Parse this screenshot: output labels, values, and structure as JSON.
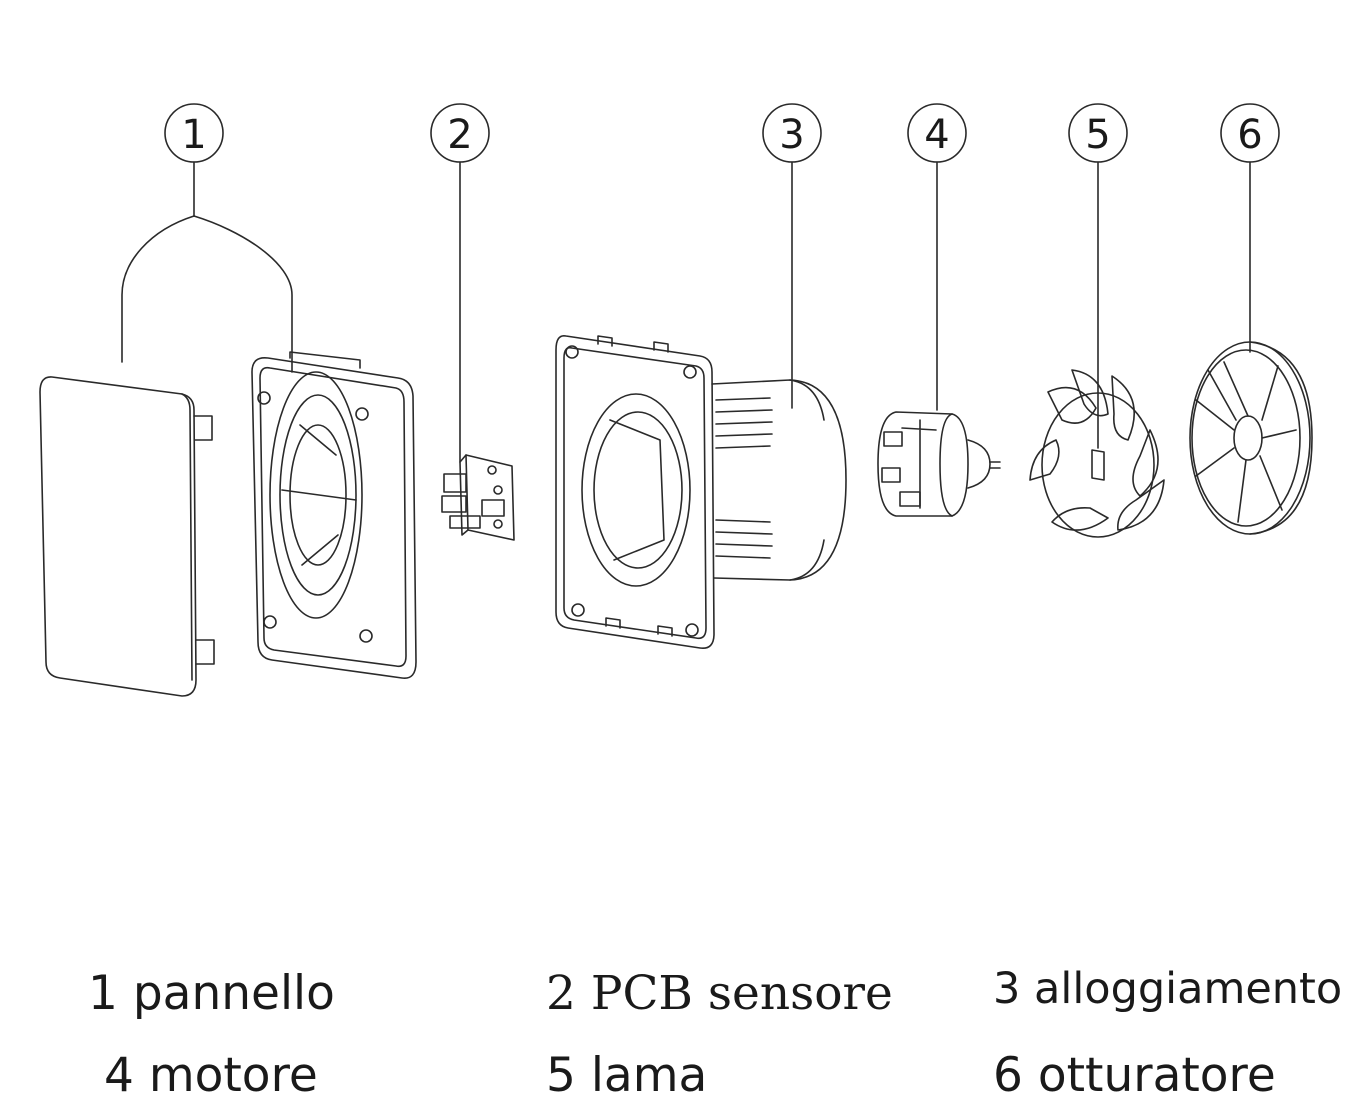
{
  "callouts": [
    "1",
    "2",
    "3",
    "4",
    "5",
    "6"
  ],
  "legend": [
    "1 pannello",
    "2 PCB sensore",
    "3 alloggiamento",
    "4 motore",
    "5 lama",
    "6 otturatore"
  ],
  "colors": {
    "line": "#2a2a2a",
    "text": "#1a1a1a",
    "background": "#ffffff"
  }
}
